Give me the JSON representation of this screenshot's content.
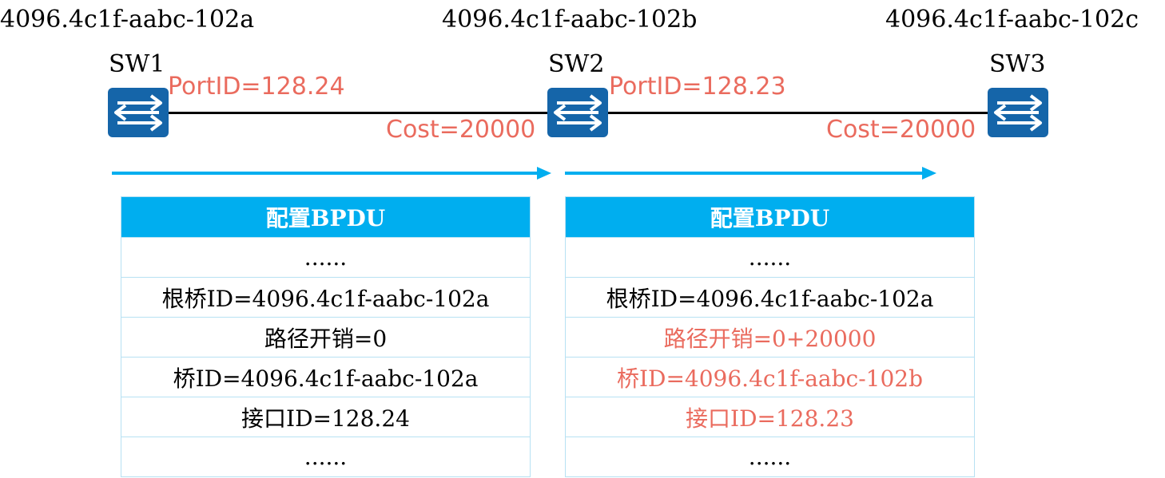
{
  "colors": {
    "accent_red": "#ea6b5e",
    "switch_blue": "#1565a9",
    "arrow_blue": "#00aeef",
    "header_blue": "#00aeef"
  },
  "switches": [
    {
      "name": "SW1",
      "bridge_id": "4096.4c1f-aabc-102a",
      "icon": "switch-icon"
    },
    {
      "name": "SW2",
      "bridge_id": "4096.4c1f-aabc-102b",
      "icon": "switch-icon"
    },
    {
      "name": "SW3",
      "bridge_id": "4096.4c1f-aabc-102c",
      "icon": "switch-icon"
    }
  ],
  "links": [
    {
      "port_id": "PortID=128.24",
      "cost": "Cost=20000"
    },
    {
      "port_id": "PortID=128.23",
      "cost": "Cost=20000"
    }
  ],
  "tables": [
    {
      "header": "配置BPDU",
      "rows": [
        {
          "text": "......",
          "highlight": false
        },
        {
          "text": "根桥ID=4096.4c1f-aabc-102a",
          "highlight": false
        },
        {
          "text": "路径开销=0",
          "highlight": false
        },
        {
          "text": "桥ID=4096.4c1f-aabc-102a",
          "highlight": false
        },
        {
          "text": "接口ID=128.24",
          "highlight": false
        },
        {
          "text": "......",
          "highlight": false
        }
      ]
    },
    {
      "header": "配置BPDU",
      "rows": [
        {
          "text": "......",
          "highlight": false
        },
        {
          "text": "根桥ID=4096.4c1f-aabc-102a",
          "highlight": false
        },
        {
          "text": "路径开销=0+20000",
          "highlight": true
        },
        {
          "text": "桥ID=4096.4c1f-aabc-102b",
          "highlight": true
        },
        {
          "text": "接口ID=128.23",
          "highlight": true
        },
        {
          "text": "......",
          "highlight": false
        }
      ]
    }
  ]
}
